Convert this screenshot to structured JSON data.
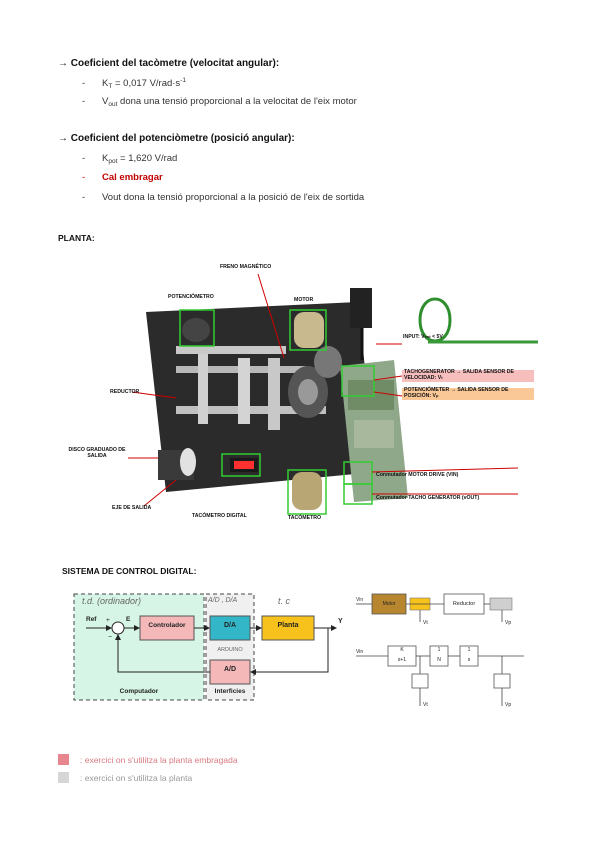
{
  "tach": {
    "heading": "→ Coeficient del tacòmetre (velocitat angular):",
    "b1_pre": "K",
    "b1_sub": "T",
    "b1_post": " = 0,017 V/rad·s",
    "b1_sup": "-1",
    "b2_pre": "V",
    "b2_sub": "out",
    "b2_post": " dona una tensió proporcional a la velocitat de l'eix motor"
  },
  "pot": {
    "heading": "→ Coeficient del potenciòmetre (posició angular):",
    "b1_pre": "K",
    "b1_sub": "pot",
    "b1_post": " = 1,620 V/rad",
    "b2": "Cal embragar",
    "b3": "Vout dona la tensió proporcional a la posició de l'eix de sortida"
  },
  "planta": {
    "heading": "PLANTA:",
    "labels": {
      "freno": "FRENO MAGNÉTICO",
      "potenciometro": "POTENCIÓMETRO",
      "motor": "MOTOR",
      "reductor": "REDUCTOR",
      "disco": "DISCO GRADUADO DE SALIDA",
      "eje": "EJE DE SALIDA",
      "tacometro_digital": "TACÓMETRO DIGITAL",
      "tacometro": "TACÓMETRO",
      "input": "INPUT: V",
      "input_sub": "ent",
      "input_post": " < 5V",
      "tacho1": "TACHOGENERATOR → SALIDA SENSOR DE",
      "tacho2": "VELOCIDAD: V",
      "tacho2_sub": "t",
      "pot1": "POTENCIÓMETER → SALIDA SENSOR DE",
      "pot2": "POSICIÓN: V",
      "pot2_sub": "p",
      "conm_motor": "Conmutador MOTOR DRIVE (VIN)",
      "conm_tacho": "Conmutador TACHO GENERATOR (vOUT)"
    }
  },
  "sistema": {
    "heading": "SISTEMA DE CONTROL DIGITAL:",
    "td": "t.d. (ordinador)",
    "adda": "A/D , D/A",
    "tc": "t. c",
    "ref": "Ref",
    "e": "E",
    "plus": "+",
    "minus": "−",
    "controlador": "Controlador",
    "da": "D/A",
    "planta": "Planta",
    "y": "Y",
    "arduino": "ARDUINO",
    "ad": "A/D",
    "computador": "Computador",
    "interficies": "Interficies"
  },
  "mini": {
    "vin": "Vin",
    "motor": "Motor",
    "reductor": "Reductor",
    "vt": "Vt",
    "vp": "Vp",
    "k": "K",
    "s1": "s+1",
    "one1": "1",
    "n": "N",
    "one2": "1",
    "s": "s"
  },
  "legend": {
    "item1": ":  exercici on s'utilitza la planta embragada",
    "item2": ":  exercici on s'utilitza la planta"
  },
  "colors": {
    "red_accent": "#c00000",
    "green_box": "#33cc33",
    "controller": "#f5b8b8",
    "da": "#33b6c8",
    "planta": "#f7c21b",
    "ad": "#f5b8b8",
    "computer_bg": "#d6f5e6",
    "legend1": "#e8868f",
    "legend2": "#d6d6d6"
  }
}
